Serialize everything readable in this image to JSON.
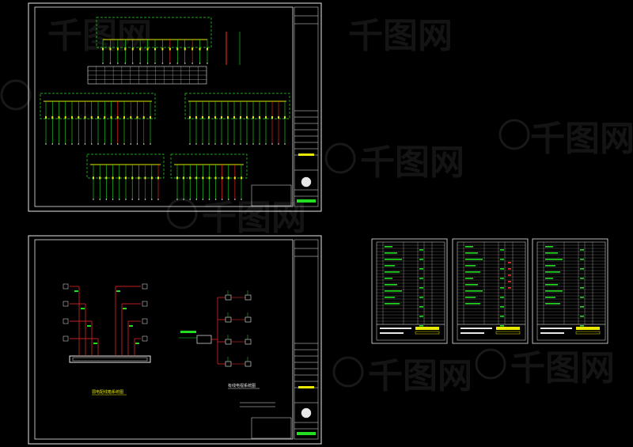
{
  "canvas": {
    "background": "#000000"
  },
  "colors": {
    "frame": "#e8e8e8",
    "wire_green": "#22dd22",
    "wire_red": "#ff2a2a",
    "label_yellow": "#e8e800",
    "cyan": "#00d8ff",
    "watermark": "#2a2a2a"
  },
  "sheets": [
    {
      "id": "power-distribution-system",
      "title": "",
      "label": ""
    },
    {
      "id": "weak-current-system",
      "left_title": "弱电配线箱系统图",
      "right_title": "有线电视系统图"
    },
    {
      "id": "material-list-1",
      "footer": ""
    },
    {
      "id": "material-list-2",
      "footer": ""
    },
    {
      "id": "material-list-3",
      "footer": ""
    }
  ],
  "watermark": {
    "text": "千图网",
    "logo": "watermark-logo"
  }
}
